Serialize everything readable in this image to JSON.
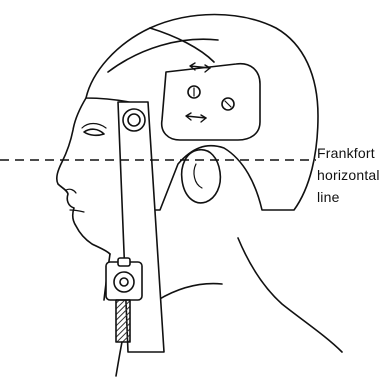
{
  "diagram": {
    "label_lines": [
      "Frankfort",
      "horizontal",
      "line"
    ],
    "line_color": "#111111",
    "fill_color": "#ffffff",
    "hatch_color": "#333333",
    "helmet_parts": [
      "helmet-shell",
      "helmet-strap",
      "side-plate",
      "adjustment-screw",
      "chin-mount",
      "cable"
    ]
  }
}
